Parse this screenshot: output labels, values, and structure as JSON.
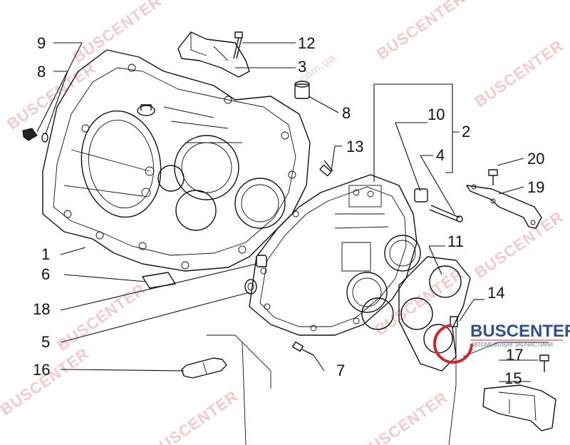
{
  "callouts": {
    "c1": "1",
    "c2": "2",
    "c3": "3",
    "c4": "4",
    "c5": "5",
    "c6": "6",
    "c7": "7",
    "c8a": "8",
    "c8b": "8",
    "c9": "9",
    "c10": "10",
    "c11": "11",
    "c12": "12",
    "c13": "13",
    "c14": "14",
    "c15": "15",
    "c16": "16",
    "c17": "17",
    "c18": "18",
    "c19": "19",
    "c20": "20"
  },
  "watermark": {
    "text_a": "BUSCENTER",
    "text_b": ".com.ua"
  },
  "logo": {
    "name": "BUSCENTER",
    "tagline": "АВТОМОБІЛЬНІ ЗАПЧАСТИНИ",
    "color_primary": "#2f4f8f",
    "color_accent": "#d0262e"
  }
}
